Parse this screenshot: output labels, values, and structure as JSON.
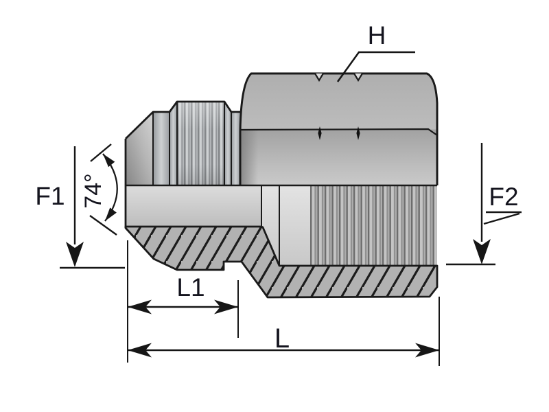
{
  "drawing": {
    "kind": "hydraulic-adapter-half-section",
    "description": "Technical catalog drawing of a male 74-degree flare (JIC) to female thread adapter, upper half external view, lower half cross-section",
    "labels": {
      "hex": "H",
      "f1": "F1",
      "f2": "F2",
      "l1": "L1",
      "l": "L",
      "angle": "74°"
    },
    "colors": {
      "background": "#ffffff",
      "outline": "#1a1a1a",
      "label_text": "#14141e",
      "body_light": "#cccccc",
      "body_mid": "#b2b2b2",
      "body_dark": "#8c8c8c",
      "hatch_line": "#1c1c1c"
    }
  }
}
